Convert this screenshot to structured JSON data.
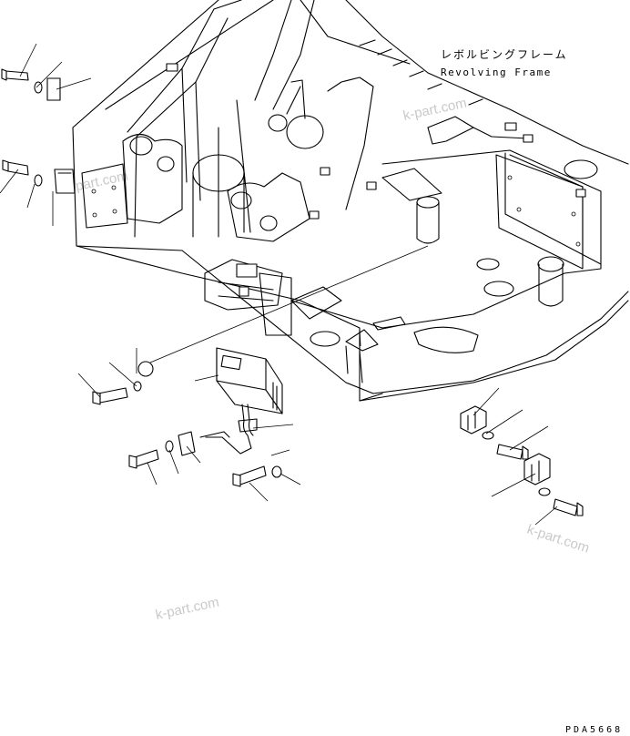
{
  "labels": {
    "frame_jp": "レボルビングフレーム",
    "frame_en": "Revolving Frame",
    "drawing_code": "PDA5668"
  },
  "watermarks": [
    "k-part.com",
    "k-part.com",
    "k-part.com",
    "k-part.com"
  ]
}
